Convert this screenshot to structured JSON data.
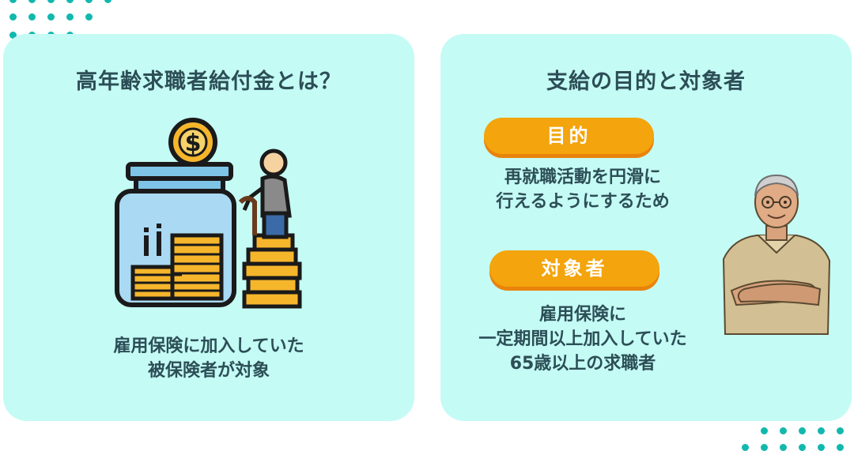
{
  "left_card": {
    "title": "高年齢求職者給付金とは？",
    "description_line1": "雇用保険に加入していた",
    "description_line2": "被保険者が対象"
  },
  "right_card": {
    "title": "支給の目的と対象者",
    "purpose": {
      "label": "目的",
      "line1": "再就職活動を円滑に",
      "line2": "行えるようにするため"
    },
    "target": {
      "label": "対象者",
      "line1": "雇用保険に",
      "line2": "一定期間以上加入していた",
      "line3": "65歳以上の求職者"
    }
  },
  "icons": [
    "coin-jar-icon",
    "dollar-coin-icon",
    "elderly-person-with-cane-icon",
    "coin-stack-icon",
    "elderly-man-illustration"
  ],
  "colors": {
    "card_background": "#c4fbf5",
    "dot_accent": "#12b8ad",
    "title_text": "#2c4e56",
    "pill_orange": "#f4a40c",
    "pill_shadow": "#e9830b"
  }
}
